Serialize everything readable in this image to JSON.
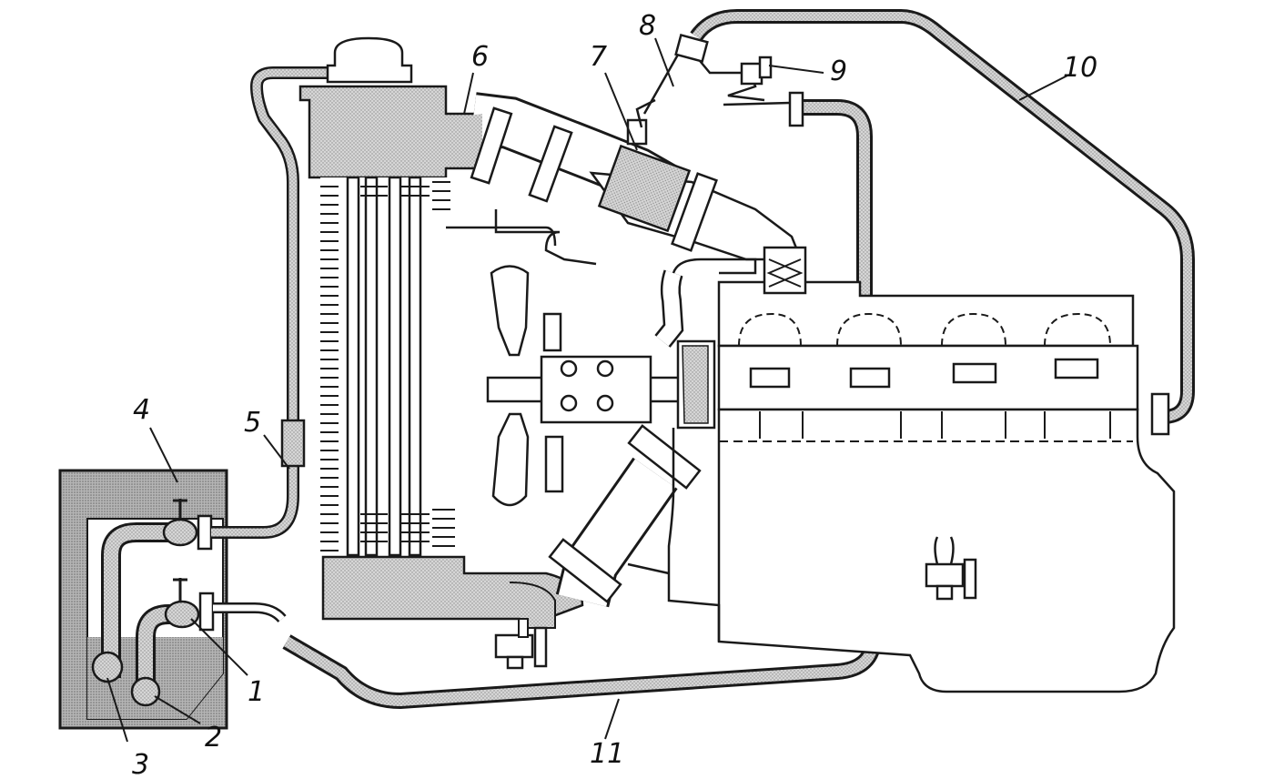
{
  "colors": {
    "ink": "#1a1a1a",
    "coolant_fill": "#c9c9c9",
    "tank_fill": "#b8b8b8",
    "background": "#ffffff"
  },
  "callouts": [
    {
      "id": "c1",
      "text": "1"
    },
    {
      "id": "c2",
      "text": "2"
    },
    {
      "id": "c3",
      "text": "3"
    },
    {
      "id": "c4",
      "text": "4"
    },
    {
      "id": "c5",
      "text": "5"
    },
    {
      "id": "c6",
      "text": "6"
    },
    {
      "id": "c7",
      "text": "7"
    },
    {
      "id": "c8",
      "text": "8"
    },
    {
      "id": "c9",
      "text": "9"
    },
    {
      "id": "c10",
      "text": "10"
    },
    {
      "id": "c11",
      "text": "11"
    }
  ]
}
